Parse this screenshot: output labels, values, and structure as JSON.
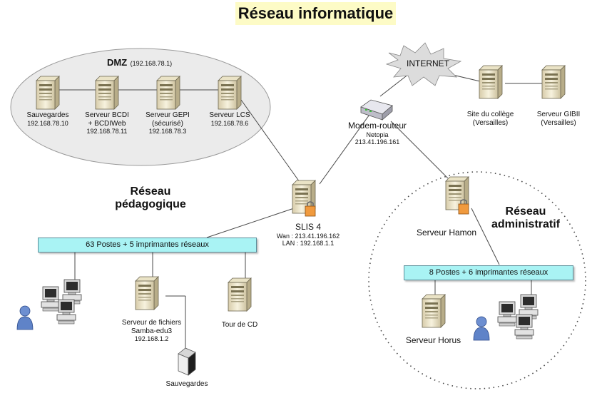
{
  "title": "Réseau informatique",
  "zones": {
    "dmz_label": "DMZ",
    "dmz_subnet": "(192.168.78.1)",
    "pedagogique_line1": "Réseau",
    "pedagogique_line2": "pédagogique",
    "administratif_line1": "Réseau",
    "administratif_line2": "administratif"
  },
  "internet_label": "INTERNET",
  "dmz_servers": [
    {
      "name": "Sauvegardes",
      "ip": "192.168.78.10"
    },
    {
      "name": "Serveur BCDI",
      "name2": "+ BCDIWeb",
      "ip": "192.168.78.11"
    },
    {
      "name": "Serveur GEPI",
      "name2": "(sécurisé)",
      "ip": "192.168.78.3"
    },
    {
      "name": "Serveur LCS",
      "ip": "192.168.78.6"
    }
  ],
  "router": {
    "name": "Modem-routeur",
    "brand": "Netopia",
    "ip": "213.41.196.161"
  },
  "external_servers": [
    {
      "name": "Site du collège",
      "sub": "(Versailles)"
    },
    {
      "name": "Serveur GIBII",
      "sub": "(Versailles)"
    }
  ],
  "slis": {
    "name": "SLIS 4",
    "wan": "Wan : 213.41.196.162",
    "lan": "LAN : 192.168.1.1"
  },
  "ped_bar": "63 Postes + 5 imprimantes réseaux",
  "admin_bar": "8 Postes + 6 imprimantes réseaux",
  "file_server": {
    "name": "Serveur de fichiers",
    "name2": "Samba-edu3",
    "ip": "192.168.1.2"
  },
  "cd_tower": "Tour de CD",
  "backup_drive": "Sauvegardes",
  "hamon": "Serveur Hamon",
  "horus": "Serveur Horus",
  "colors": {
    "title_bg": "#fdfbc6",
    "bar_fill": "#a9f3f4",
    "dmz_fill": "#ebebeb",
    "tower": "#f3eccd"
  }
}
